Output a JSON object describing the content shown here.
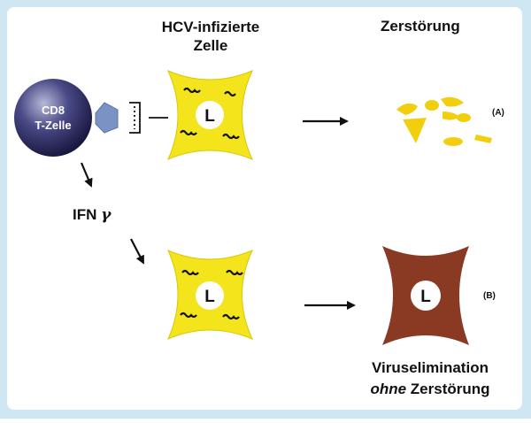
{
  "labels": {
    "hcv_cell": "HCV-infizierte",
    "hcv_cell_line2": "Zelle",
    "zerstoerung": "Zerstörung",
    "cd8_line1": "CD8",
    "cd8_line2": "T-Zelle",
    "ifn": "IFN",
    "ifn_symbol": "γ",
    "nucleus_top": "L",
    "nucleus_bottom": "L",
    "nucleus_brown": "L",
    "marker_a": "(A)",
    "marker_b": "(B)",
    "viruselimination": "Viruselimination",
    "ohne": "ohne",
    "ohne_rest": " Zerstörung"
  },
  "colors": {
    "frame_bg": "#cfe6f3",
    "panel_bg": "#ffffff",
    "cell_yellow": "#f4e41b",
    "cell_brown": "#8a3a22",
    "fragment_yellow": "#f2cf0e",
    "tcell_dark": "#1d1b4f",
    "receptor_blue": "#7b93c4"
  }
}
